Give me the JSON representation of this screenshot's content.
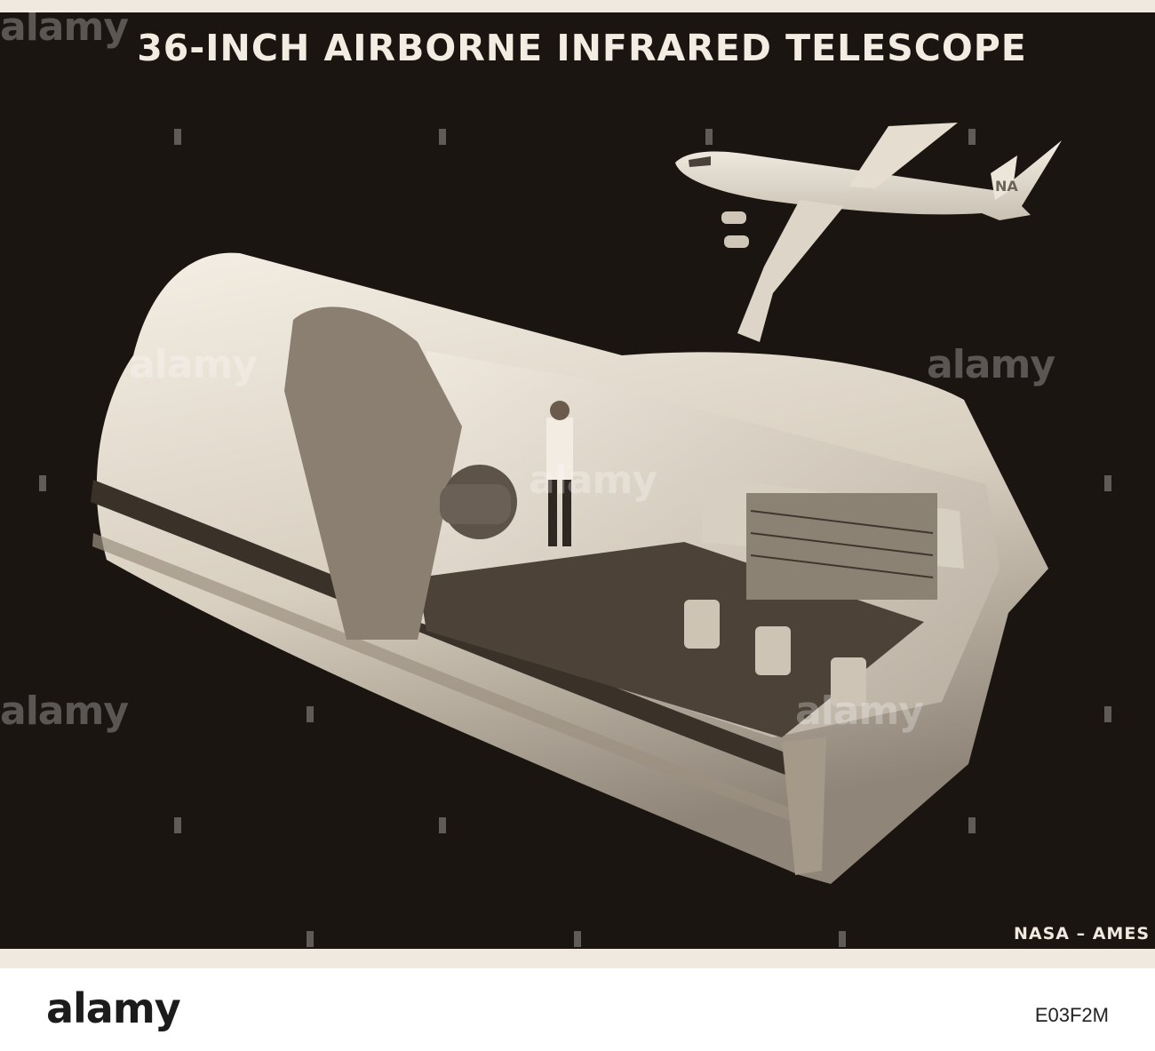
{
  "image": {
    "title": "36-INCH AIRBORNE INFRARED TELESCOPE",
    "credit": "NASA – AMES",
    "tail_marking": "NA",
    "watermark": "alamy"
  },
  "footer": {
    "logo": "alamy",
    "image_id": "E03F2M"
  }
}
